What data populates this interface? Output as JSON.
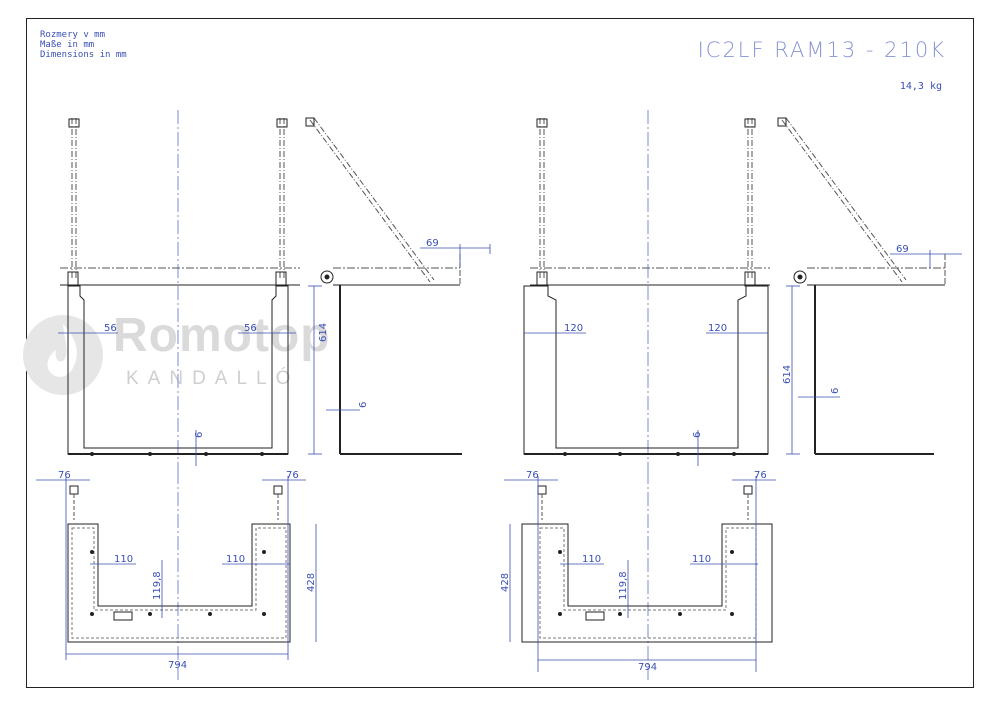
{
  "header": {
    "units_cz": "Rozmery v mm",
    "units_de": "Maße in mm",
    "units_en": "Dimensions in mm",
    "title": "IC2LF RAM13 - 210K",
    "weight": "14,3 kg"
  },
  "watermark": {
    "brand": "Romotop",
    "sub": "KANDALLÓ"
  },
  "left": {
    "hinge_offset": "69",
    "side_width_left": "56",
    "side_width_right": "56",
    "height": "614",
    "thickness": "6",
    "thickness_side": "6",
    "plan_edge_left": "76",
    "plan_edge_right": "76",
    "plan_inner_left": "110",
    "plan_inner_right": "110",
    "plan_depth": "119,8",
    "plan_height": "428",
    "plan_width": "794"
  },
  "right": {
    "hinge_offset": "69",
    "side_width_left": "120",
    "side_width_right": "120",
    "height": "614",
    "thickness": "6",
    "thickness_side": "6",
    "plan_edge_left": "76",
    "plan_edge_right": "76",
    "plan_inner_left": "110",
    "plan_inner_right": "110",
    "plan_depth": "119,8",
    "plan_height": "428",
    "plan_width": "794"
  },
  "colors": {
    "line": "#222222",
    "dim": "#3a4fb5",
    "center": "#7d8ad0",
    "watermark": "#dadada"
  }
}
